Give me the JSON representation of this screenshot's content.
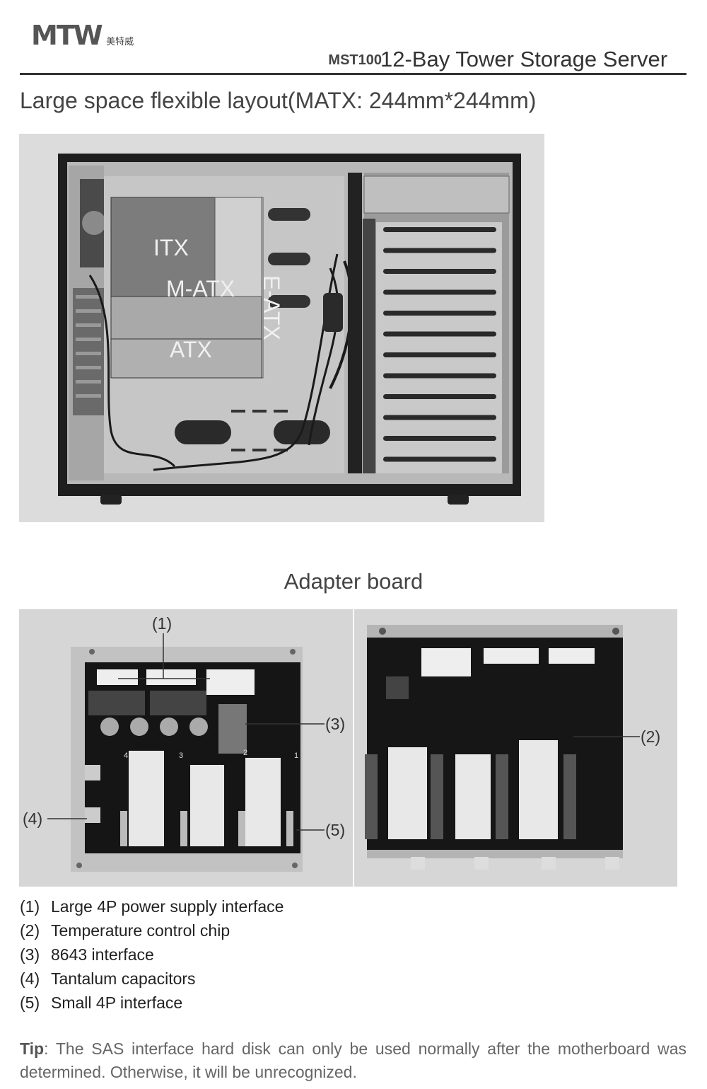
{
  "header": {
    "logo_mark": "MTW",
    "logo_cn": "美特威",
    "model": "MST100",
    "product": "12-Bay Tower Storage Server"
  },
  "headline": "Large space flexible layout(MATX: 244mm*244mm)",
  "chassis_labels": {
    "itx": "ITX",
    "matx": "M-ATX",
    "atx": "ATX",
    "eatx": "E-ATX"
  },
  "adapter": {
    "title": "Adapter board",
    "callouts": [
      "(1)",
      "(2)",
      "(3)",
      "(4)",
      "(5)"
    ],
    "slot_numbers": [
      "4",
      "3",
      "2",
      "1"
    ],
    "items": [
      {
        "num": "(1)",
        "label": "Large 4P power supply interface"
      },
      {
        "num": "(2)",
        "label": "Temperature control chip"
      },
      {
        "num": "(3)",
        "label": "8643 interface"
      },
      {
        "num": "(4)",
        "label": "Tantalum capacitors"
      },
      {
        "num": "(5)",
        "label": "Small 4P interface"
      }
    ]
  },
  "tip": {
    "label": "Tip",
    "text": ": The SAS interface hard disk can only be used normally after the motherboard was determined. Otherwise, it will be unrecognized."
  }
}
